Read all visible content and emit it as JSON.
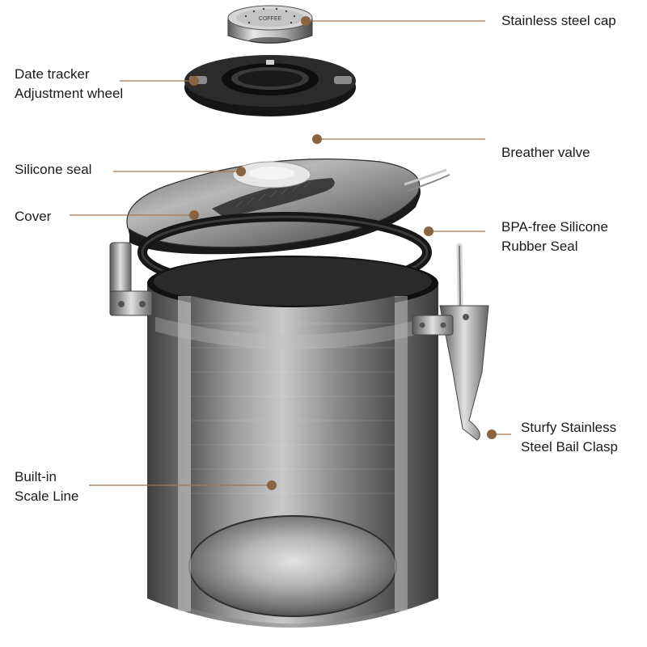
{
  "callouts": {
    "stainless_steel_cap": {
      "lines": [
        "Stainless steel cap"
      ]
    },
    "date_tracker": {
      "lines": [
        "Date tracker",
        "Adjustment wheel"
      ]
    },
    "breather_valve": {
      "lines": [
        "Breather valve"
      ]
    },
    "silicone_seal": {
      "lines": [
        "Silicone seal"
      ]
    },
    "cover": {
      "lines": [
        "Cover"
      ]
    },
    "bpa_free_seal": {
      "lines": [
        "BPA-free Silicone",
        "Rubber Seal"
      ]
    },
    "bail_clasp": {
      "lines": [
        "Sturfy Stainless",
        "Steel Bail Clasp"
      ]
    },
    "scale_line": {
      "lines": [
        "Built-in",
        "Scale Line"
      ]
    }
  },
  "product_cap_engraving": "COFFEE",
  "colors": {
    "leader_line": "#a07850",
    "callout_dot": "#8a6440",
    "text": "#1a1a1a",
    "steel_light": "#d8d8d8",
    "steel_dark": "#4a4a4a",
    "gasket_black": "#1c1c1c"
  }
}
